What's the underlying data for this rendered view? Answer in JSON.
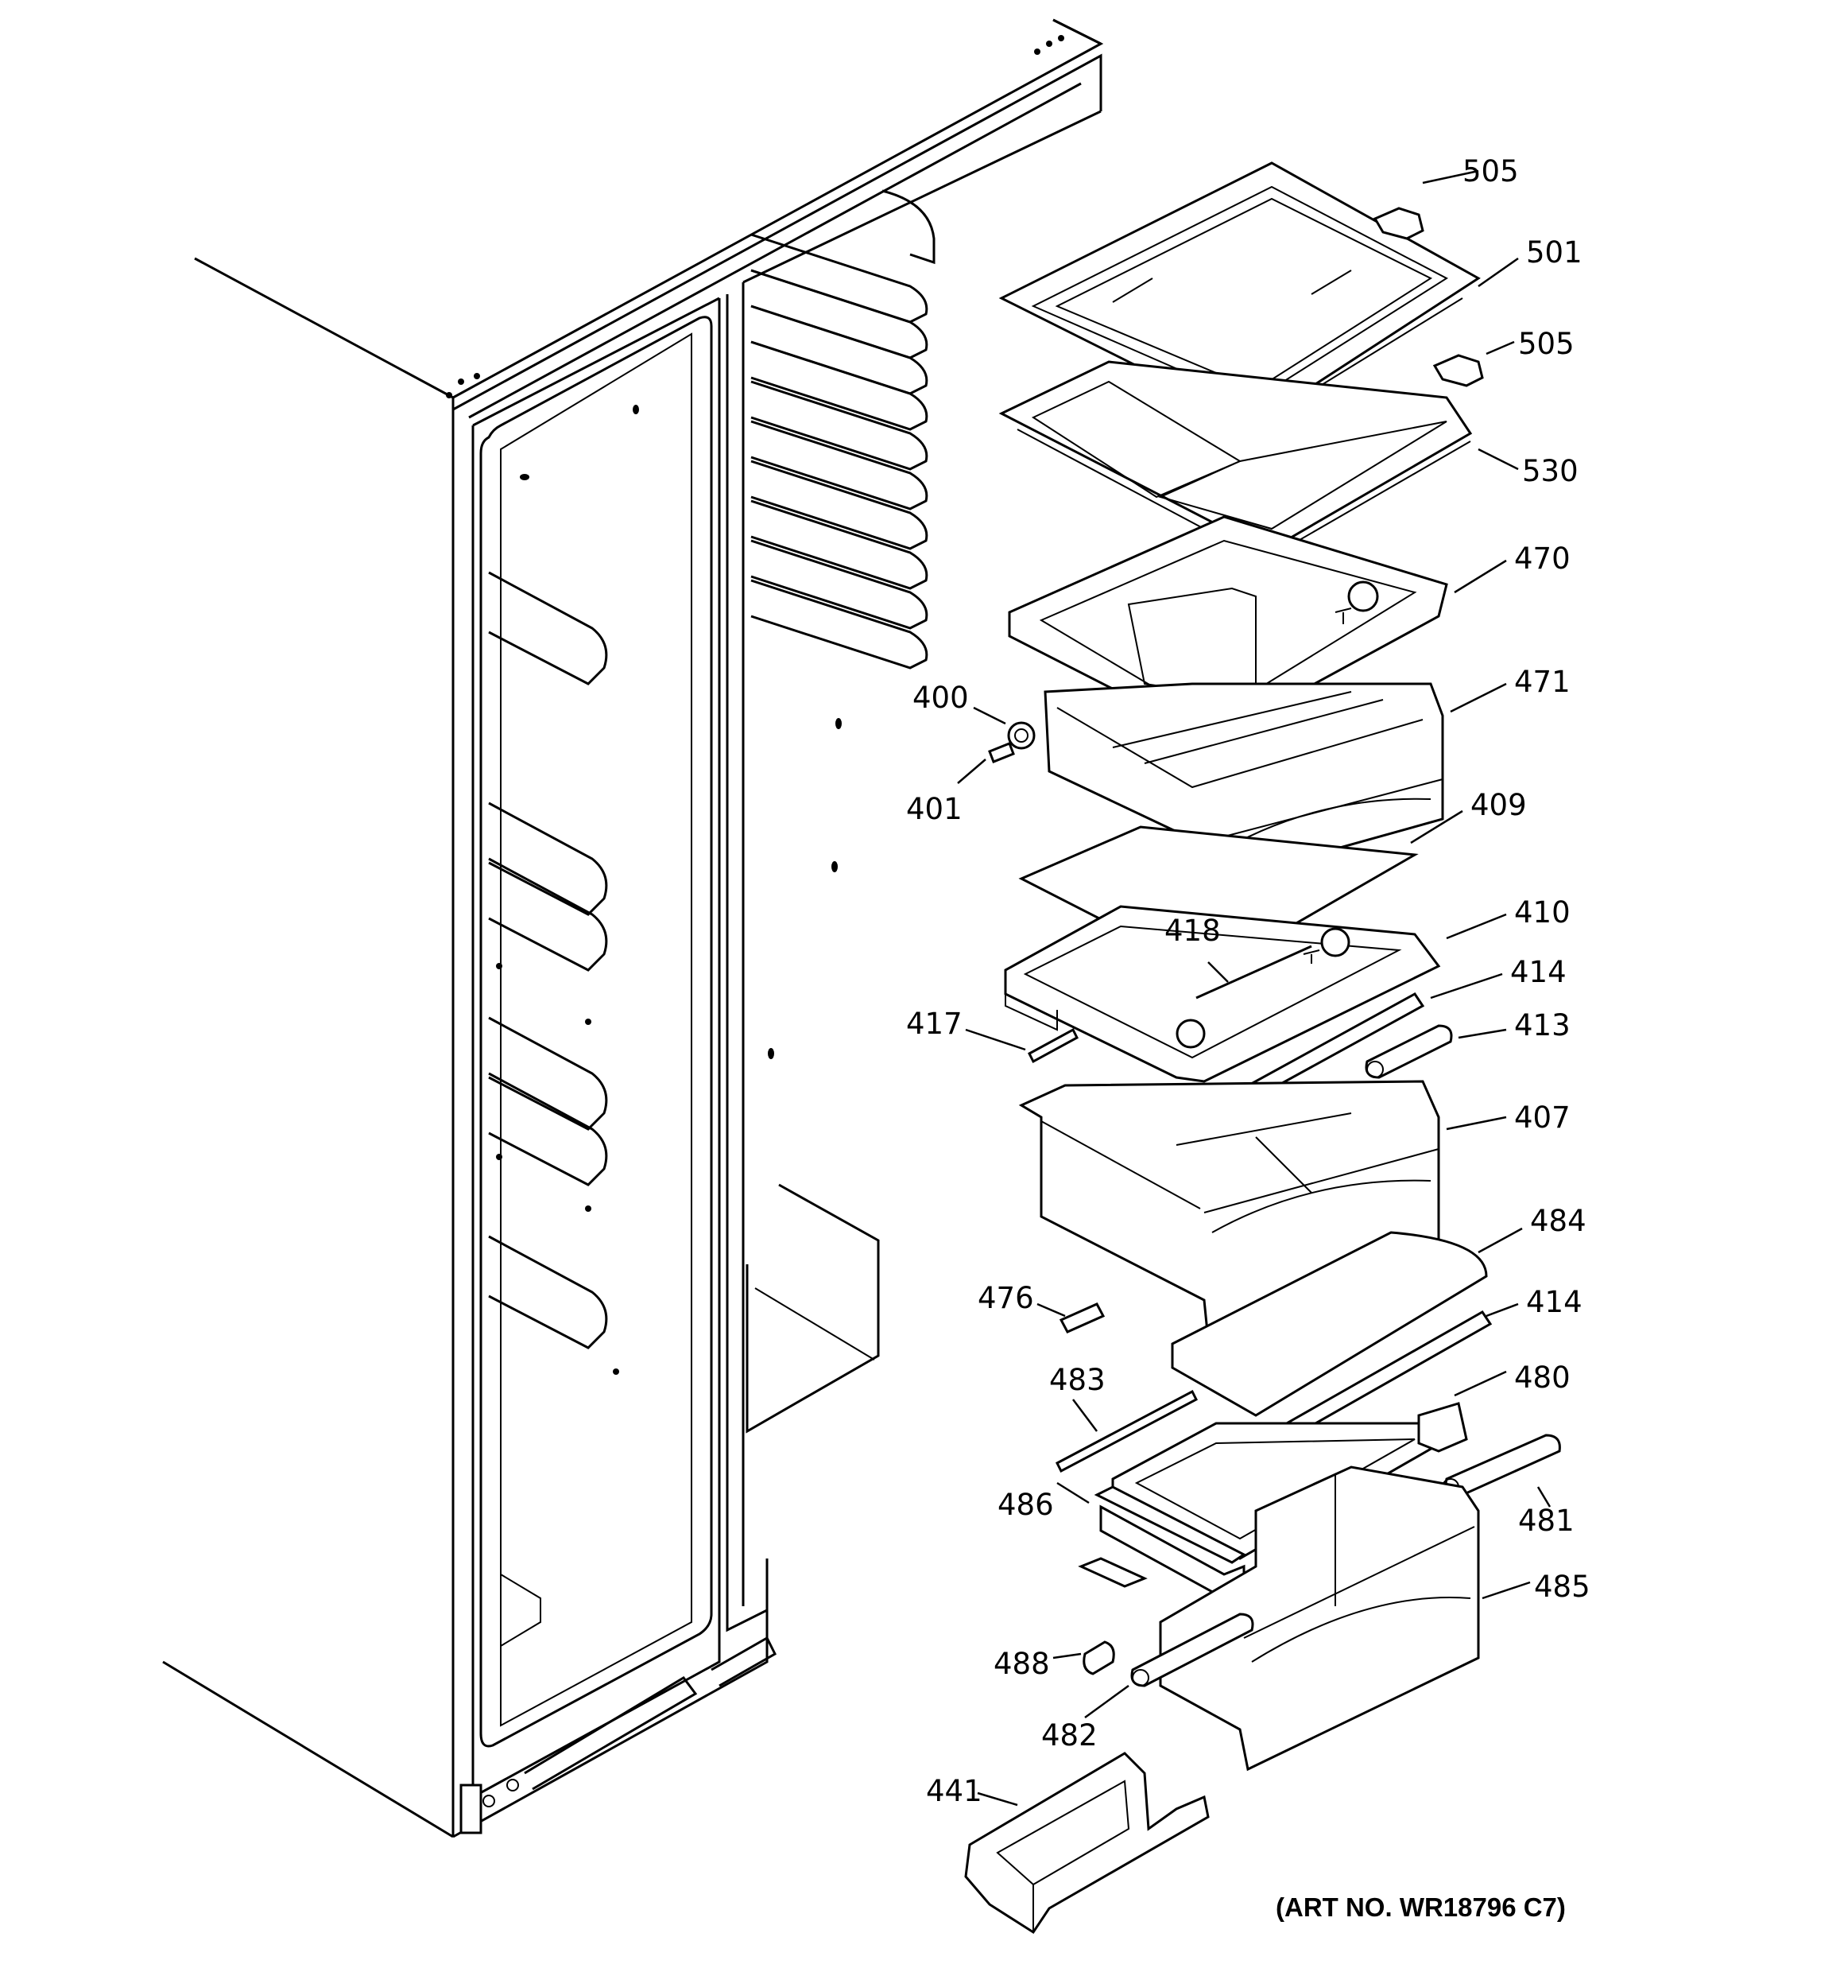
{
  "diagram": {
    "art_number": "(ART NO. WR18796 C7)",
    "parts": [
      {
        "id": "505a",
        "label": "505"
      },
      {
        "id": "501",
        "label": "501"
      },
      {
        "id": "505b",
        "label": "505"
      },
      {
        "id": "530",
        "label": "530"
      },
      {
        "id": "470",
        "label": "470"
      },
      {
        "id": "471",
        "label": "471"
      },
      {
        "id": "400",
        "label": "400"
      },
      {
        "id": "401",
        "label": "401"
      },
      {
        "id": "409",
        "label": "409"
      },
      {
        "id": "410",
        "label": "410"
      },
      {
        "id": "418",
        "label": "418"
      },
      {
        "id": "414a",
        "label": "414"
      },
      {
        "id": "417",
        "label": "417"
      },
      {
        "id": "413",
        "label": "413"
      },
      {
        "id": "407",
        "label": "407"
      },
      {
        "id": "484",
        "label": "484"
      },
      {
        "id": "476",
        "label": "476"
      },
      {
        "id": "414b",
        "label": "414"
      },
      {
        "id": "483",
        "label": "483"
      },
      {
        "id": "480",
        "label": "480"
      },
      {
        "id": "486",
        "label": "486"
      },
      {
        "id": "481",
        "label": "481"
      },
      {
        "id": "485",
        "label": "485"
      },
      {
        "id": "488",
        "label": "488"
      },
      {
        "id": "482",
        "label": "482"
      },
      {
        "id": "441",
        "label": "441"
      }
    ]
  }
}
